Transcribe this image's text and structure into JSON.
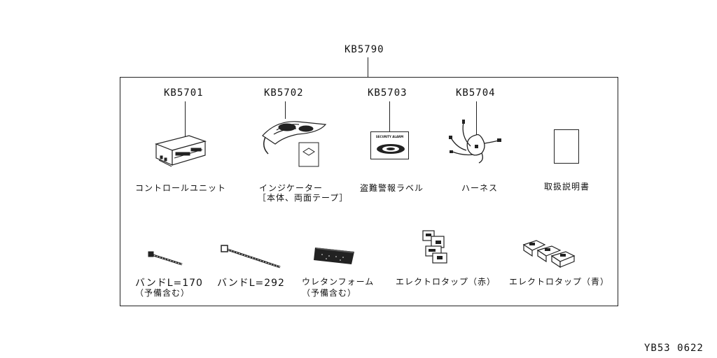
{
  "assembly": {
    "code": "KB5790"
  },
  "footer": {
    "ref": "YB53 0622"
  },
  "parts_top": [
    {
      "code": "KB5701",
      "name": "コントロールユニット",
      "name2": ""
    },
    {
      "code": "KB5702",
      "name": "インジケーター",
      "name2": "［本体、両面テープ］"
    },
    {
      "code": "KB5703",
      "name": "盗難警報ラベル",
      "name2": "",
      "label_text": "SECURITY ALARM"
    },
    {
      "code": "KB5704",
      "name": "ハーネス",
      "name2": ""
    },
    {
      "code": "",
      "name": "取扱説明書",
      "name2": ""
    }
  ],
  "parts_bottom": [
    {
      "name": "バンドL=170",
      "name2": "（予備含む）"
    },
    {
      "name": "バンドL=292",
      "name2": ""
    },
    {
      "name": "ウレタンフォーム",
      "name2": "（予備含む）"
    },
    {
      "name": "エレクトロタップ（赤）",
      "name2": ""
    },
    {
      "name": "エレクトロタップ（青）",
      "name2": ""
    }
  ]
}
